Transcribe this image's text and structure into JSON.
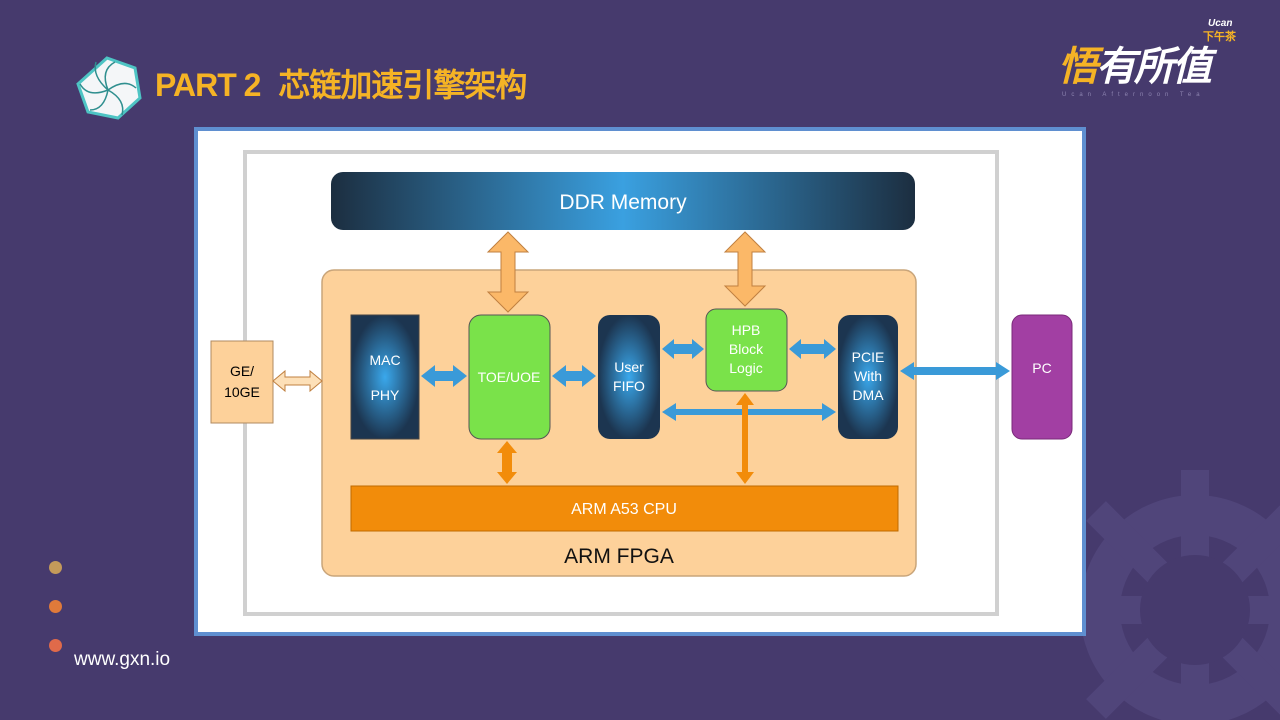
{
  "header": {
    "part": "PART 2",
    "title": "芯链加速引擎架构"
  },
  "brand": {
    "main_first": "悟",
    "main_rest": "有所值",
    "ucan": "Ucan",
    "tea": "下午茶",
    "subtitle": "Ucan Afternoon Tea"
  },
  "footer": {
    "url": "www.gxn.io"
  },
  "colors": {
    "background": "#463a6d",
    "title": "#f5b325",
    "fpga": "#fdd19a",
    "green_block": "#7ae24a",
    "cpu": "#f28c0a",
    "pc": "#a23fa3",
    "dots": [
      "#c49a5a",
      "#e07a3a",
      "#e06a4a"
    ]
  },
  "diagram": {
    "ddr": "DDR Memory",
    "ge": [
      "GE/",
      "10GE"
    ],
    "mac": [
      "MAC",
      "PHY"
    ],
    "toe": "TOE/UOE",
    "fifo": [
      "User",
      "FIFO"
    ],
    "hpb": [
      "HPB",
      "Block",
      "Logic"
    ],
    "pcie": [
      "PCIE",
      "With",
      "DMA"
    ],
    "pc": "PC",
    "cpu": "ARM A53 CPU",
    "fpga": "ARM FPGA"
  }
}
